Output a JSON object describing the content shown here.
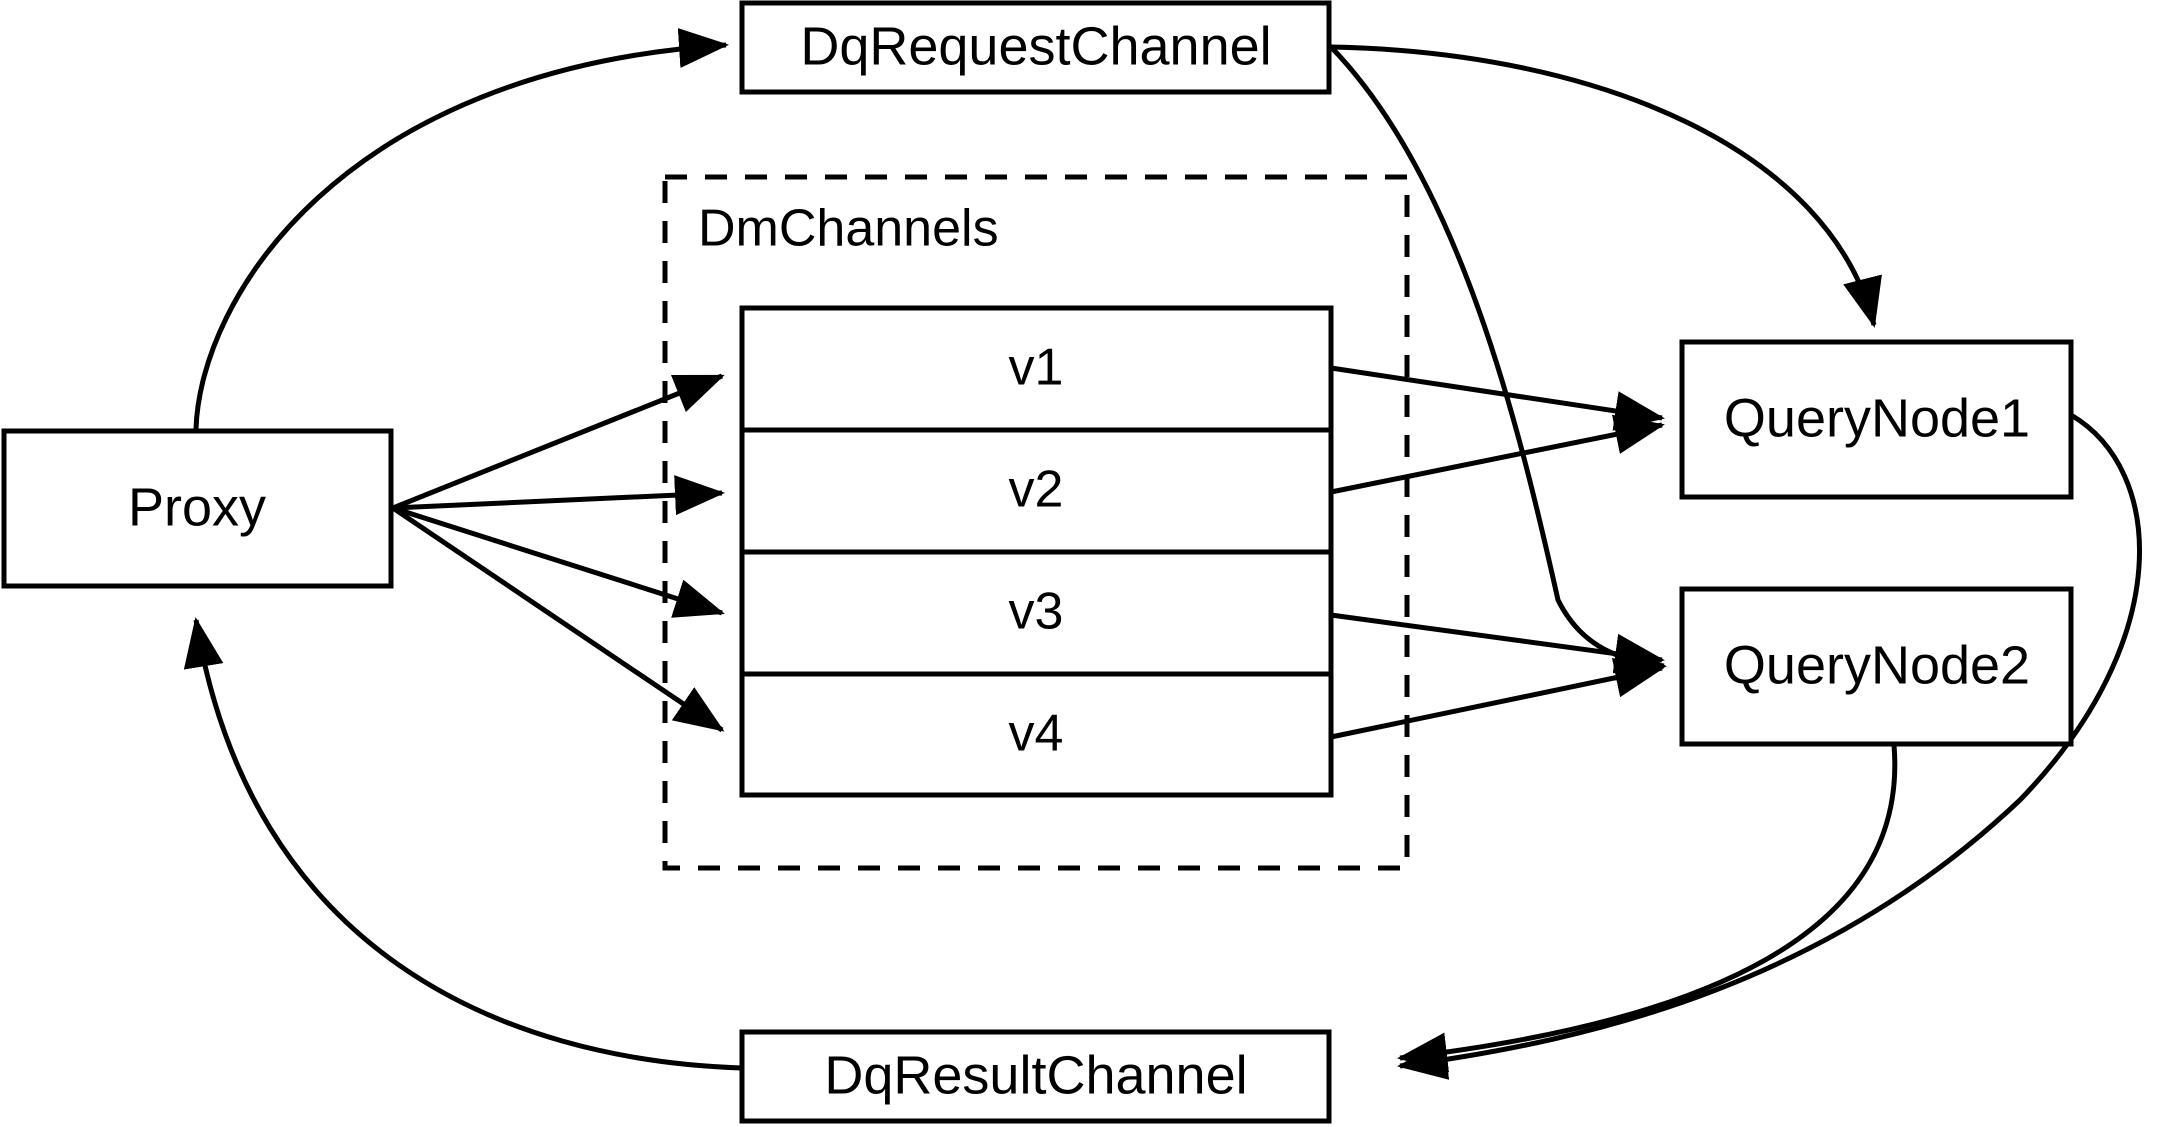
{
  "diagram": {
    "type": "architecture-flow-diagram",
    "background_color": "#ffffff",
    "stroke_color": "#000000",
    "nodes": {
      "proxy": {
        "label": "Proxy"
      },
      "dq_request_channel": {
        "label": "DqRequestChannel"
      },
      "dq_result_channel": {
        "label": "DqResultChannel"
      },
      "query_node_1": {
        "label": "QueryNode1"
      },
      "query_node_2": {
        "label": "QueryNode2"
      }
    },
    "group": {
      "label": "DmChannels",
      "channels": [
        {
          "label": "v1"
        },
        {
          "label": "v2"
        },
        {
          "label": "v3"
        },
        {
          "label": "v4"
        }
      ]
    },
    "edges": [
      {
        "from": "Proxy",
        "to": "DqRequestChannel",
        "style": "curved",
        "arrow": true
      },
      {
        "from": "DqRequestChannel",
        "to": "QueryNode1",
        "style": "curved",
        "arrow": true
      },
      {
        "from": "DqRequestChannel",
        "to": "QueryNode2",
        "style": "curved",
        "arrow": true
      },
      {
        "from": "Proxy",
        "to": "v1",
        "style": "straight",
        "arrow": true
      },
      {
        "from": "Proxy",
        "to": "v2",
        "style": "straight",
        "arrow": true
      },
      {
        "from": "Proxy",
        "to": "v3",
        "style": "straight",
        "arrow": true
      },
      {
        "from": "Proxy",
        "to": "v4",
        "style": "straight",
        "arrow": true
      },
      {
        "from": "v1",
        "to": "QueryNode1",
        "style": "straight",
        "arrow": true
      },
      {
        "from": "v2",
        "to": "QueryNode1",
        "style": "straight",
        "arrow": true
      },
      {
        "from": "v3",
        "to": "QueryNode2",
        "style": "straight",
        "arrow": true
      },
      {
        "from": "v4",
        "to": "QueryNode2",
        "style": "straight",
        "arrow": true
      },
      {
        "from": "QueryNode1",
        "to": "DqResultChannel",
        "style": "curved",
        "arrow": true
      },
      {
        "from": "QueryNode2",
        "to": "DqResultChannel",
        "style": "curved",
        "arrow": true
      },
      {
        "from": "DqResultChannel",
        "to": "Proxy",
        "style": "curved",
        "arrow": true
      }
    ]
  }
}
